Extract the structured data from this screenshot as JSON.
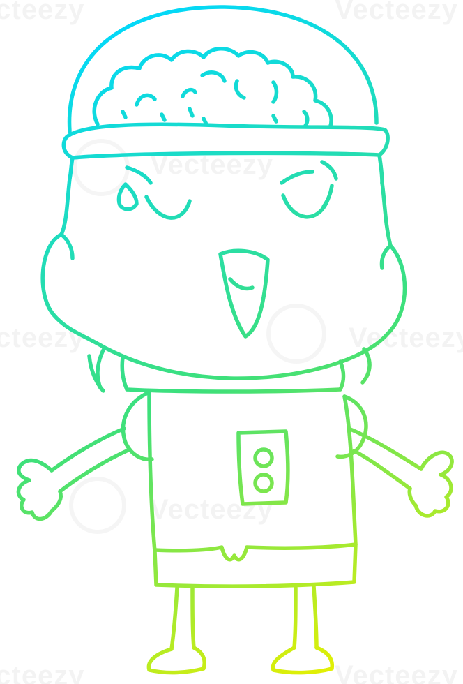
{
  "image": {
    "subject": "robot",
    "style": "line-art",
    "gradient_start": "#00d8ff",
    "gradient_mid": "#3ee07a",
    "gradient_end": "#e8f000",
    "background": "#ffffff"
  },
  "watermark": {
    "text": "Vecteezy",
    "text_partial": "ecteezy"
  }
}
